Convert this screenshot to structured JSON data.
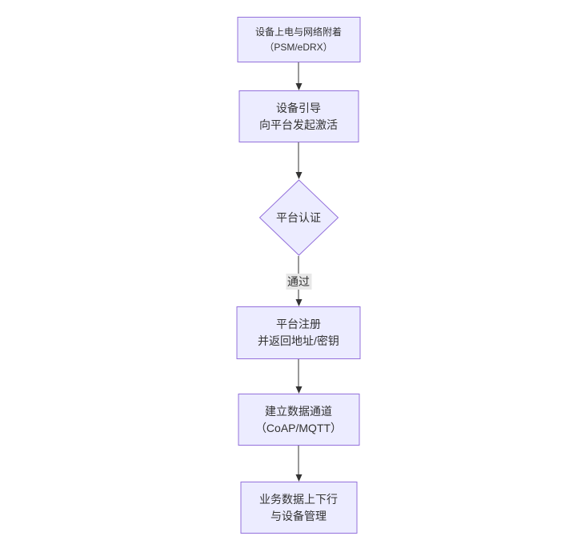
{
  "diagram": {
    "type": "flowchart",
    "direction": "top-down",
    "colors": {
      "canvas_bg": "#ffffff",
      "node_fill": "#ECECFF",
      "node_border": "#9370DB",
      "arrow_color": "#333333",
      "edge_label_bg": "#e8e8e8",
      "text_color": "#333333"
    },
    "nodes": [
      {
        "id": "A",
        "shape": "rect",
        "lines": [
          "设备上电与网络附着",
          "（PSM/eDRX）"
        ]
      },
      {
        "id": "B",
        "shape": "rect",
        "lines": [
          "设备引导",
          "向平台发起激活"
        ]
      },
      {
        "id": "C",
        "shape": "diamond",
        "lines": [
          "平台认证"
        ]
      },
      {
        "id": "D",
        "shape": "rect",
        "lines": [
          "平台注册",
          "并返回地址/密钥"
        ]
      },
      {
        "id": "E",
        "shape": "rect",
        "lines": [
          "建立数据通道",
          "（CoAP/MQTT）"
        ]
      },
      {
        "id": "F",
        "shape": "rect",
        "lines": [
          "业务数据上下行",
          "与设备管理"
        ]
      }
    ],
    "edges": [
      {
        "from": "A",
        "to": "B",
        "label": ""
      },
      {
        "from": "B",
        "to": "C",
        "label": ""
      },
      {
        "from": "C",
        "to": "D",
        "label": "通过"
      },
      {
        "from": "D",
        "to": "E",
        "label": ""
      },
      {
        "from": "E",
        "to": "F",
        "label": ""
      }
    ]
  }
}
